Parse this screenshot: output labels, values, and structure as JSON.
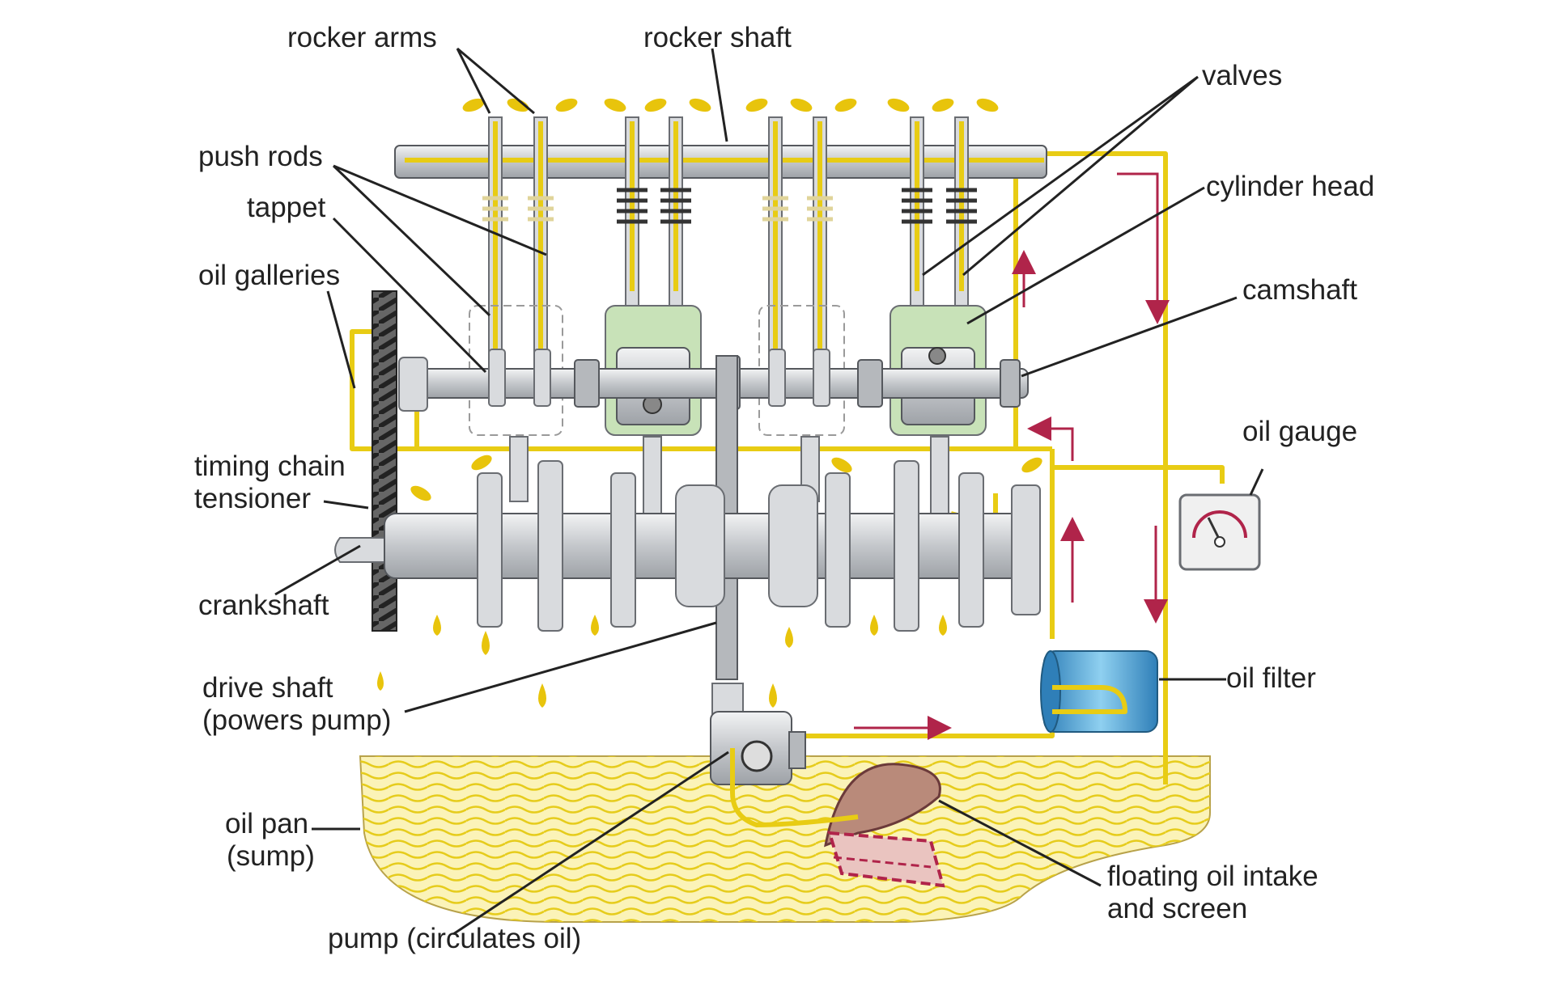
{
  "labels": {
    "rocker_arms": "rocker arms",
    "rocker_shaft": "rocker shaft",
    "valves": "valves",
    "push_rods": "push rods",
    "tappet": "tappet",
    "cylinder_head": "cylinder head",
    "oil_galleries": "oil galleries",
    "camshaft": "camshaft",
    "oil_gauge": "oil gauge",
    "timing_chain_line1": "timing chain",
    "timing_chain_line2": "tensioner",
    "crankshaft": "crankshaft",
    "oil_filter": "oil filter",
    "drive_shaft_line1": "drive shaft",
    "drive_shaft_line2": "(powers pump)",
    "oil_pan_line1": "oil pan",
    "oil_pan_line2": "(sump)",
    "intake_line1": "floating oil intake",
    "intake_line2": "and screen",
    "pump": "pump (circulates oil)"
  },
  "colors": {
    "oil": "#e8cc14",
    "flow_arrows": "#b0244a",
    "metal": "#d9dbde",
    "cylinder": "#c8e2b8",
    "filter": "#5aa8d8",
    "sump_oil": "#fbf3b8"
  }
}
